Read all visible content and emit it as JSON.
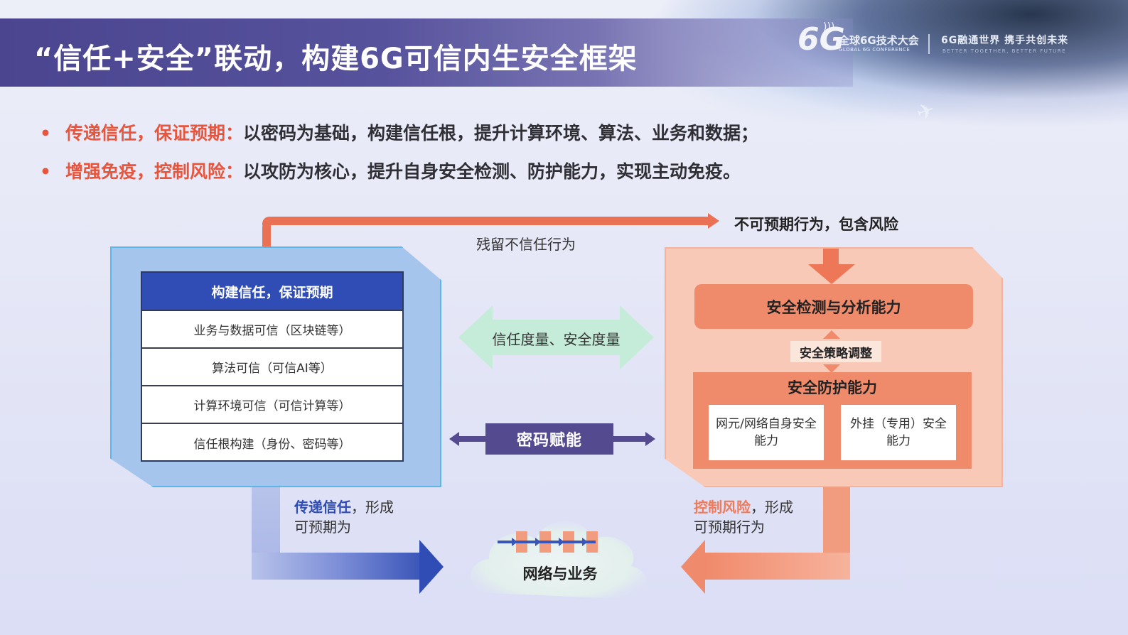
{
  "header": {
    "title": "“信任+安全”联动，构建6G可信内生安全框架",
    "logo": {
      "mark": "6G",
      "name_cn": "全球6G技术大会",
      "name_en": "GLOBAL 6G CONFERENCE",
      "slogan_cn": "6G融通世界  携手共创未来",
      "slogan_en": "BETTER TOGETHER, BETTER FUTURE"
    }
  },
  "bullets": [
    {
      "dot": "•",
      "key": "传递信任，保证预期：",
      "text": "以密码为基础，构建信任根，提升计算环境、算法、业务和数据；"
    },
    {
      "dot": "•",
      "key": "增强免疫，控制风险：",
      "text": "以攻防为核心，提升自身安全检测、防护能力，实现主动免疫。"
    }
  ],
  "diagram": {
    "top_flow": {
      "residual_label": "残留不信任行为",
      "unexpected_label": "不可预期行为，包含风险"
    },
    "trust_panel": {
      "header": "构建信任，保证预期",
      "rows": [
        "业务与数据可信（区块链等）",
        "算法可信（可信AI等）",
        "计算环境可信（可信计算等）",
        "信任根构建（身份、密码等）"
      ]
    },
    "middle": {
      "measure_label": "信任度量、安全度量",
      "crypto_label": "密码赋能"
    },
    "security_panel": {
      "detect": "安全检测与分析能力",
      "policy": "安全策略调整",
      "protect_title": "安全防护能力",
      "protect_items": [
        "网元/网络自身安全能力",
        "外挂（专用）安全能力"
      ]
    },
    "bottom": {
      "left_highlight": "传递信任",
      "left_rest_line1": "，形成",
      "left_line2": "可预期为",
      "right_highlight": "控制风险",
      "right_rest_line1": "，形成",
      "right_line2": "可预期行为",
      "center_label": "网络与业务"
    }
  },
  "colors": {
    "title_bar": "#4b4590",
    "accent_orange": "#e8553d",
    "trust_blue": "#2f4db5",
    "panel_blue": "#a5c5ec",
    "panel_orange": "#f9c9b8",
    "crypto_purple": "#534a90",
    "measure_green": "#c5ecd8"
  }
}
